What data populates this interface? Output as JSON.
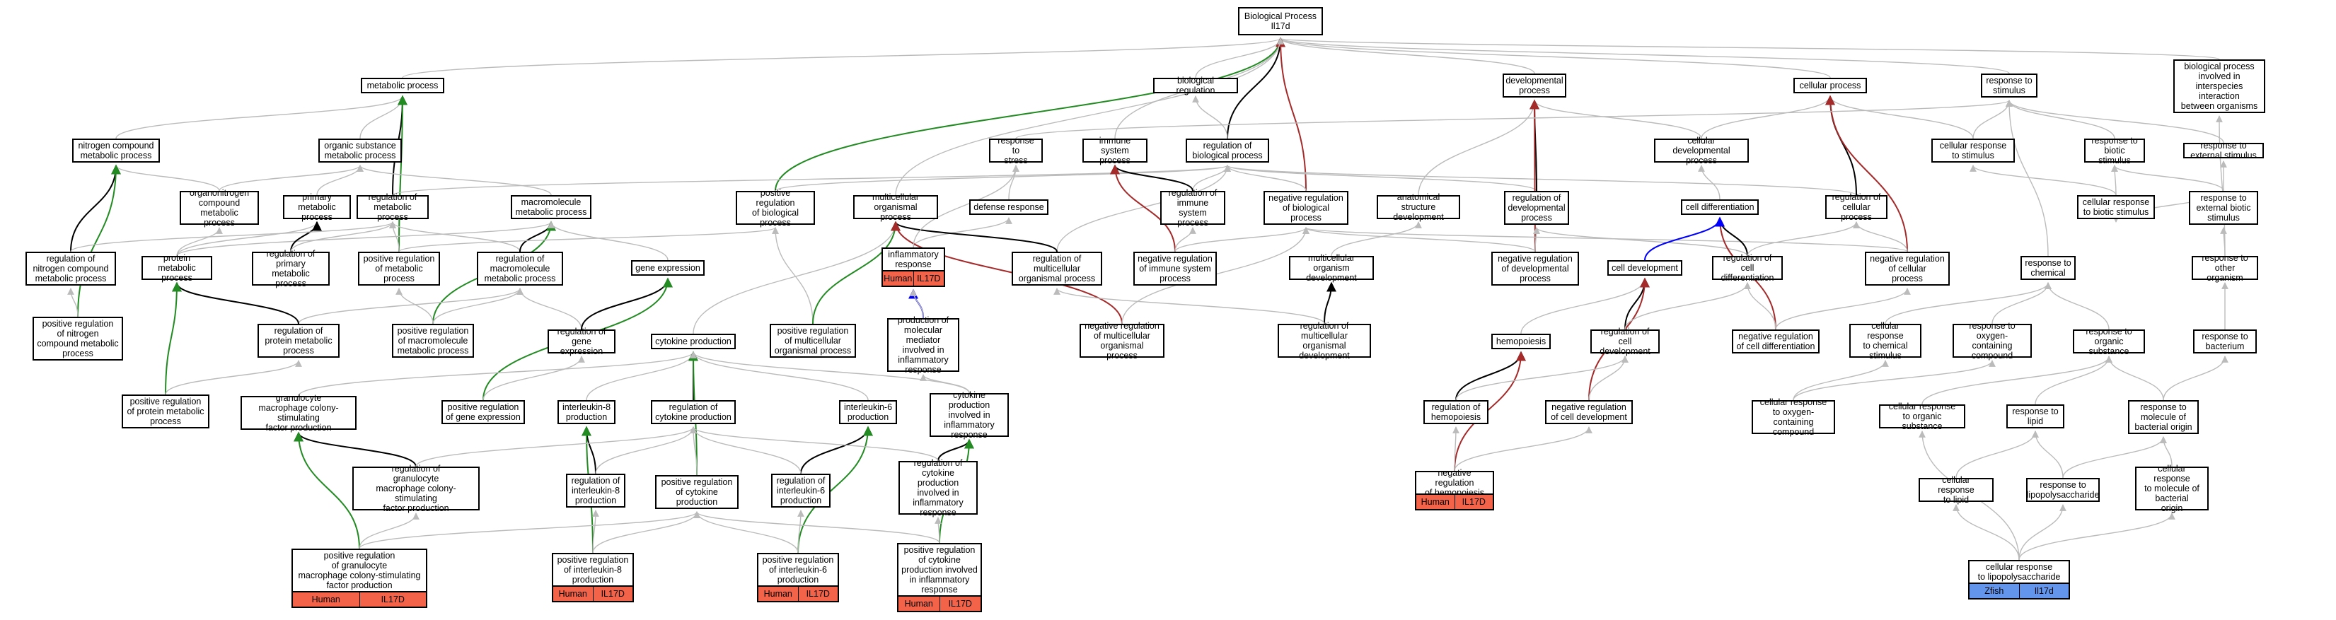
{
  "colors": {
    "is_a": "#bbbbbb",
    "part_of": "#000000",
    "positively_regulates": "#228b22",
    "negatively_regulates": "#a52a2a",
    "regulates": "#0000ff",
    "human_badge": "#f2634a",
    "zfish_badge": "#6495ed"
  },
  "nodes": {
    "bp": "Biological Process\nIl17d",
    "mp": "metabolic process",
    "biolreg": "biological regulation",
    "devp": "developmental\nprocess",
    "cellp": "cellular process",
    "rstim": "response to\nstimulus",
    "interorg": "biological process\ninvolved in\ninterspecies\ninteraction\nbetween organisms",
    "ncmp": "nitrogen compound\nmetabolic process",
    "osmp": "organic substance\nmetabolic process",
    "rstress": "response to\nstress",
    "isp": "immune system\nprocess",
    "rbp": "regulation of\nbiological process",
    "cdevp": "cellular developmental\nprocess",
    "crstim": "cellular response\nto stimulus",
    "rbiot": "response to\nbiotic stimulus",
    "rext": "response to\nexternal stimulus",
    "onmp": "organonitrogen\ncompound metabolic\nprocess",
    "pmp": "primary metabolic\nprocess",
    "rmp": "regulation of\nmetabolic process",
    "mmp": "macromolecule\nmetabolic process",
    "prbp": "positive regulation\nof biological\nprocess",
    "defr": "defense response",
    "mop": "multicellular\norganismal process",
    "risp": "regulation of\nimmune system\nprocess",
    "nrbp": "negative regulation\nof biological\nprocess",
    "asd": "anatomical structure\ndevelopment",
    "rdevp": "regulation of\ndevelopmental\nprocess",
    "celldiff": "cell differentiation",
    "rcellp": "regulation of\ncellular process",
    "crbiot": "cellular response\nto biotic stimulus",
    "rebiot": "response to\nexternal biotic\nstimulus",
    "rncmp": "regulation of\nnitrogen compound\nmetabolic process",
    "protmp": "protein metabolic\nprocess",
    "rpmp": "regulation of\nprimary metabolic\nprocess",
    "prmp": "positive regulation\nof metabolic\nprocess",
    "rmmp": "regulation of\nmacromolecule\nmetabolic process",
    "gexp": "gene expression",
    "infl": "inflammatory\nresponse",
    "rmop": "regulation of\nmulticellular\norganismal process",
    "nrisp": "negative regulation\nof immune system\nprocess",
    "mod": "multicellular\norganism development",
    "nrdevp": "negative regulation\nof developmental\nprocess",
    "celldev": "cell development",
    "rcdiff": "regulation of\ncell differentiation",
    "nrcellp": "negative regulation\nof cellular\nprocess",
    "rchem": "response to\nchemical",
    "roth": "response to\nother organism",
    "prncmp": "positive regulation\nof nitrogen\ncompound metabolic\nprocess",
    "rprotmp": "regulation of\nprotein metabolic\nprocess",
    "prmmp": "positive regulation\nof macromolecule\nmetabolic process",
    "rgexp": "regulation of\ngene expression",
    "cytprod": "cytokine production",
    "prmop": "positive regulation\nof multicellular\norganismal process",
    "pmmi": "production of\nmolecular mediator\ninvolved in\ninflammatory\nresponse",
    "nrmop": "negative regulation\nof multicellular\norganismal process",
    "rmod": "regulation of\nmulticellular\norganismal development",
    "hemo": "hemopoiesis",
    "rcdev": "regulation of\ncell development",
    "nrcdiff": "negative regulation\nof cell differentiation",
    "crchem": "cellular response\nto chemical\nstimulus",
    "roxy": "response to\noxygen-containing\ncompound",
    "rorg": "response to\norganic substance",
    "rbact": "response to\nbacterium",
    "prprot": "positive regulation\nof protein metabolic\nprocess",
    "gmcsf": "granulocyte\nmacrophage colony-stimulating\nfactor production",
    "prgexp": "positive regulation\nof gene expression",
    "il8": "interleukin-8\nproduction",
    "rcyt": "regulation of\ncytokine production",
    "il6": "interleukin-6\nproduction",
    "cytinfl": "cytokine production\ninvolved in\ninflammatory\nresponse",
    "rhemo": "regulation of\nhemopoiesis",
    "nrcdev": "negative regulation\nof cell development",
    "croxy": "cellular response\nto oxygen-containing\ncompound",
    "crorg": "cellular response\nto organic substance",
    "rlipid": "response to\nlipid",
    "rmbo": "response to\nmolecule of\nbacterial origin",
    "rgmcsf": "regulation of\ngranulocyte\nmacrophage colony-stimulating\nfactor production",
    "ril8": "regulation of\ninterleukin-8\nproduction",
    "prcyt": "positive regulation\nof cytokine\nproduction",
    "ril6": "regulation of\ninterleukin-6\nproduction",
    "rcytinfl": "regulation of\ncytokine production\ninvolved in\ninflammatory\nresponse",
    "nrhemo": "negative regulation\nof hemopoiesis",
    "crlipid": "cellular response\nto lipid",
    "rlps": "response to\nlipopolysaccharide",
    "crmbo": "cellular response\nto molecule of\nbacterial\norigin",
    "prgmcsf": "positive regulation\nof granulocyte\nmacrophage colony-stimulating\nfactor production",
    "pril8": "positive regulation\nof interleukin-8\nproduction",
    "pril6": "positive regulation\nof interleukin-6\nproduction",
    "prcytinfl": "positive regulation\nof cytokine\nproduction involved\nin inflammatory\nresponse",
    "crlps": "cellular response\nto lipopolysaccharide"
  },
  "annotations": {
    "infl": [
      "Human",
      "IL17D"
    ],
    "nrhemo": [
      "Human",
      "IL17D"
    ],
    "prgmcsf": [
      "Human",
      "IL17D"
    ],
    "pril8": [
      "Human",
      "IL17D"
    ],
    "pril6": [
      "Human",
      "IL17D"
    ],
    "prcytinfl": [
      "Human",
      "IL17D"
    ],
    "crlps": [
      "Zfish",
      "Il17d"
    ]
  },
  "edges": [
    [
      "mp",
      "bp",
      "is_a"
    ],
    [
      "biolreg",
      "bp",
      "is_a"
    ],
    [
      "devp",
      "bp",
      "is_a"
    ],
    [
      "cellp",
      "bp",
      "is_a"
    ],
    [
      "rstim",
      "bp",
      "is_a"
    ],
    [
      "interorg",
      "bp",
      "is_a"
    ],
    [
      "isp",
      "bp",
      "is_a"
    ],
    [
      "rbp",
      "bp",
      "part_of"
    ],
    [
      "prbp",
      "bp",
      "positively_regulates"
    ],
    [
      "nrbp",
      "bp",
      "negatively_regulates"
    ],
    [
      "rbp",
      "biolreg",
      "is_a"
    ],
    [
      "ncmp",
      "mp",
      "is_a"
    ],
    [
      "osmp",
      "mp",
      "is_a"
    ],
    [
      "rmp",
      "mp",
      "part_of"
    ],
    [
      "prmp",
      "mp",
      "positively_regulates"
    ],
    [
      "prbp",
      "rbp",
      "is_a"
    ],
    [
      "nrbp",
      "rbp",
      "is_a"
    ],
    [
      "risp",
      "rbp",
      "is_a"
    ],
    [
      "rcellp",
      "rbp",
      "is_a"
    ],
    [
      "rdevp",
      "rbp",
      "is_a"
    ],
    [
      "rmop",
      "rbp",
      "is_a"
    ],
    [
      "rmp",
      "rbp",
      "is_a"
    ],
    [
      "cdevp",
      "devp",
      "is_a"
    ],
    [
      "asd",
      "devp",
      "is_a"
    ],
    [
      "rdevp",
      "devp",
      "part_of"
    ],
    [
      "nrdevp",
      "devp",
      "negatively_regulates"
    ],
    [
      "cdevp",
      "cellp",
      "is_a"
    ],
    [
      "crstim",
      "cellp",
      "is_a"
    ],
    [
      "rcellp",
      "cellp",
      "part_of"
    ],
    [
      "nrcellp",
      "cellp",
      "negatively_regulates"
    ],
    [
      "crstim",
      "rstim",
      "is_a"
    ],
    [
      "rbiot",
      "rstim",
      "is_a"
    ],
    [
      "rext",
      "rstim",
      "is_a"
    ],
    [
      "rstress",
      "rstim",
      "is_a"
    ],
    [
      "rchem",
      "rstim",
      "is_a"
    ],
    [
      "roth",
      "interorg",
      "is_a"
    ],
    [
      "onmp",
      "ncmp",
      "is_a"
    ],
    [
      "rncmp",
      "ncmp",
      "part_of"
    ],
    [
      "prncmp",
      "ncmp",
      "positively_regulates"
    ],
    [
      "onmp",
      "osmp",
      "is_a"
    ],
    [
      "pmp",
      "osmp",
      "is_a"
    ],
    [
      "mmp",
      "osmp",
      "is_a"
    ],
    [
      "defr",
      "rstress",
      "is_a"
    ],
    [
      "infl",
      "defr",
      "is_a"
    ],
    [
      "risp",
      "isp",
      "part_of"
    ],
    [
      "nrisp",
      "isp",
      "negatively_regulates"
    ],
    [
      "mop",
      "bp",
      "is_a"
    ],
    [
      "celldiff",
      "cdevp",
      "is_a"
    ],
    [
      "crbiot",
      "crstim",
      "is_a"
    ],
    [
      "crbiot",
      "rbiot",
      "is_a"
    ],
    [
      "rebiot",
      "rbiot",
      "is_a"
    ],
    [
      "rebiot",
      "rext",
      "is_a"
    ],
    [
      "protmp",
      "onmp",
      "is_a"
    ],
    [
      "protmp",
      "pmp",
      "is_a"
    ],
    [
      "protmp",
      "mmp",
      "is_a"
    ],
    [
      "rpmp",
      "pmp",
      "part_of"
    ],
    [
      "rpmp",
      "rmp",
      "is_a"
    ],
    [
      "rmmp",
      "rmp",
      "is_a"
    ],
    [
      "rncmp",
      "rmp",
      "is_a"
    ],
    [
      "prmp",
      "rmp",
      "is_a"
    ],
    [
      "rmmp",
      "mmp",
      "part_of"
    ],
    [
      "prmmp",
      "mmp",
      "positively_regulates"
    ],
    [
      "gexp",
      "mmp",
      "is_a"
    ],
    [
      "prmp",
      "prbp",
      "is_a"
    ],
    [
      "prmop",
      "prbp",
      "is_a"
    ],
    [
      "cytprod",
      "mop",
      "is_a"
    ],
    [
      "rmop",
      "mop",
      "part_of"
    ],
    [
      "prmop",
      "mop",
      "positively_regulates"
    ],
    [
      "nrmop",
      "mop",
      "negatively_regulates"
    ],
    [
      "nrisp",
      "risp",
      "is_a"
    ],
    [
      "nrisp",
      "nrbp",
      "is_a"
    ],
    [
      "nrbp",
      "rbp",
      "is_a"
    ],
    [
      "nrcellp",
      "nrbp",
      "is_a"
    ],
    [
      "nrdevp",
      "nrbp",
      "is_a"
    ],
    [
      "nrmop",
      "nrbp",
      "is_a"
    ],
    [
      "mod",
      "asd",
      "is_a"
    ],
    [
      "celldev",
      "celldiff",
      "is_a"
    ],
    [
      "rdevp",
      "devp",
      "part_of"
    ],
    [
      "rcdiff",
      "rdevp",
      "is_a"
    ],
    [
      "nrdevp",
      "rdevp",
      "is_a"
    ],
    [
      "rcdiff",
      "celldiff",
      "part_of"
    ],
    [
      "nrcdiff",
      "celldiff",
      "negatively_regulates"
    ],
    [
      "celldev",
      "celldiff",
      "regulates"
    ],
    [
      "rcdiff",
      "rcellp",
      "is_a"
    ],
    [
      "nrcellp",
      "rcellp",
      "is_a"
    ],
    [
      "rebiot",
      "crbiot",
      "is_a"
    ],
    [
      "roth",
      "rebiot",
      "is_a"
    ],
    [
      "prncmp",
      "rncmp",
      "is_a"
    ],
    [
      "rprotmp",
      "rmmp",
      "is_a"
    ],
    [
      "rprotmp",
      "protmp",
      "part_of"
    ],
    [
      "prprot",
      "protmp",
      "positively_regulates"
    ],
    [
      "prmmp",
      "rmmp",
      "is_a"
    ],
    [
      "prmmp",
      "prmp",
      "is_a"
    ],
    [
      "rgexp",
      "rmmp",
      "is_a"
    ],
    [
      "rgexp",
      "gexp",
      "part_of"
    ],
    [
      "prgexp",
      "gexp",
      "positively_regulates"
    ],
    [
      "infl",
      "rstress",
      "is_a"
    ],
    [
      "pmmi",
      "infl",
      "regulates"
    ],
    [
      "rmod",
      "mod",
      "part_of"
    ],
    [
      "rmod",
      "rmop",
      "is_a"
    ],
    [
      "hemo",
      "celldev",
      "is_a"
    ],
    [
      "rcdev",
      "celldev",
      "part_of"
    ],
    [
      "nrcdev",
      "celldev",
      "negatively_regulates"
    ],
    [
      "rcdev",
      "rcdiff",
      "is_a"
    ],
    [
      "nrcdiff",
      "rcdiff",
      "is_a"
    ],
    [
      "nrcdiff",
      "nrcellp",
      "is_a"
    ],
    [
      "crchem",
      "rchem",
      "is_a"
    ],
    [
      "roxy",
      "rchem",
      "is_a"
    ],
    [
      "rorg",
      "rchem",
      "is_a"
    ],
    [
      "rbact",
      "roth",
      "is_a"
    ],
    [
      "prprot",
      "rprotmp",
      "is_a"
    ],
    [
      "prgexp",
      "rgexp",
      "is_a"
    ],
    [
      "gmcsf",
      "cytprod",
      "is_a"
    ],
    [
      "il8",
      "cytprod",
      "is_a"
    ],
    [
      "il6",
      "cytprod",
      "is_a"
    ],
    [
      "rcyt",
      "cytprod",
      "part_of"
    ],
    [
      "prcyt",
      "cytprod",
      "positively_regulates"
    ],
    [
      "cytinfl",
      "cytprod",
      "is_a"
    ],
    [
      "pmmi",
      "infl",
      "is_a"
    ],
    [
      "rhemo",
      "hemo",
      "part_of"
    ],
    [
      "nrhemo",
      "hemo",
      "negatively_regulates"
    ],
    [
      "nrcdev",
      "rcdev",
      "is_a"
    ],
    [
      "croxy",
      "crchem",
      "is_a"
    ],
    [
      "croxy",
      "roxy",
      "is_a"
    ],
    [
      "crorg",
      "rorg",
      "is_a"
    ],
    [
      "rlipid",
      "rorg",
      "is_a"
    ],
    [
      "rmbo",
      "rorg",
      "is_a"
    ],
    [
      "rmbo",
      "rbact",
      "is_a"
    ],
    [
      "rgmcsf",
      "gmcsf",
      "part_of"
    ],
    [
      "prgmcsf",
      "gmcsf",
      "positively_regulates"
    ],
    [
      "ril8",
      "il8",
      "part_of"
    ],
    [
      "pril8",
      "il8",
      "positively_regulates"
    ],
    [
      "ril6",
      "il6",
      "part_of"
    ],
    [
      "pril6",
      "il6",
      "positively_regulates"
    ],
    [
      "rcytinfl",
      "cytinfl",
      "part_of"
    ],
    [
      "prcytinfl",
      "cytinfl",
      "positively_regulates"
    ],
    [
      "rgmcsf",
      "rcyt",
      "is_a"
    ],
    [
      "ril8",
      "rcyt",
      "is_a"
    ],
    [
      "ril6",
      "rcyt",
      "is_a"
    ],
    [
      "rcytinfl",
      "rcyt",
      "is_a"
    ],
    [
      "prcyt",
      "rcyt",
      "is_a"
    ],
    [
      "rhemo",
      "rcdev",
      "is_a"
    ],
    [
      "nrhemo",
      "rhemo",
      "is_a"
    ],
    [
      "nrhemo",
      "nrcdev",
      "is_a"
    ],
    [
      "crlipid",
      "rlipid",
      "is_a"
    ],
    [
      "rlps",
      "rlipid",
      "is_a"
    ],
    [
      "rlps",
      "rmbo",
      "is_a"
    ],
    [
      "crmbo",
      "rmbo",
      "is_a"
    ],
    [
      "crlps",
      "crlipid",
      "is_a"
    ],
    [
      "crlps",
      "rlps",
      "is_a"
    ],
    [
      "crlps",
      "crmbo",
      "is_a"
    ],
    [
      "crlps",
      "crorg",
      "is_a"
    ],
    [
      "prgmcsf",
      "prcyt",
      "is_a"
    ],
    [
      "pril8",
      "prcyt",
      "is_a"
    ],
    [
      "pril6",
      "prcyt",
      "is_a"
    ],
    [
      "prcytinfl",
      "prcyt",
      "is_a"
    ],
    [
      "pril8",
      "ril8",
      "is_a"
    ],
    [
      "pril6",
      "ril6",
      "is_a"
    ],
    [
      "prcytinfl",
      "rcytinfl",
      "is_a"
    ],
    [
      "prgmcsf",
      "rgmcsf",
      "is_a"
    ],
    [
      "cytinfl",
      "pmmi",
      "is_a"
    ]
  ]
}
